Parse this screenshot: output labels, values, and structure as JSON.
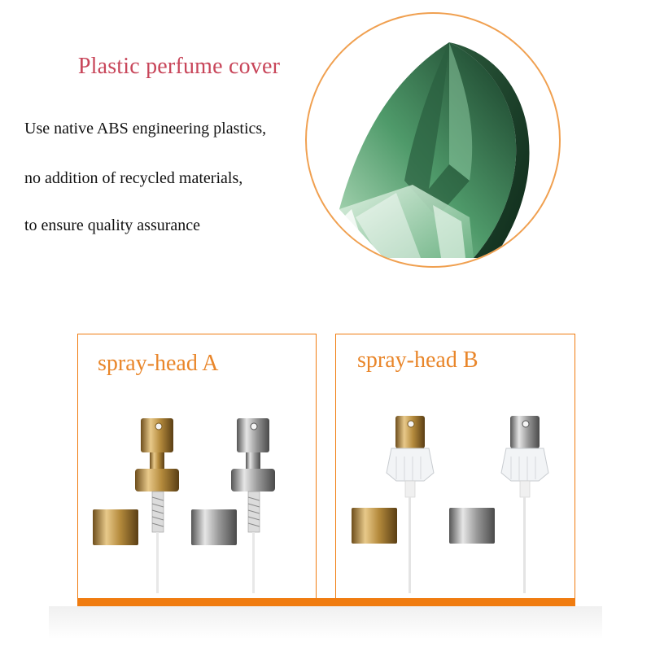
{
  "header": {
    "title": "Plastic perfume cover",
    "features": [
      "Use native ABS engineering plastics,",
      "no addition of recycled materials,",
      "to ensure quality assurance"
    ]
  },
  "panels": [
    {
      "label": "spray-head A"
    },
    {
      "label": "spray-head B"
    }
  ],
  "colors": {
    "title": "#c8465a",
    "accent_orange": "#f07c10",
    "panel_label": "#e9862a",
    "circle_border": "#f0a050",
    "leaf_green": "#4f9a6a",
    "gold": "#b48a3c",
    "silver": "#9a9a9a"
  },
  "icons": {
    "leaf_cap": "green-leaf-perfume-cap-icon",
    "gold_pump": "gold-spray-pump-icon",
    "silver_pump": "silver-spray-pump-icon",
    "gold_cap": "gold-collar-cap-icon",
    "silver_cap": "silver-collar-cap-icon"
  }
}
